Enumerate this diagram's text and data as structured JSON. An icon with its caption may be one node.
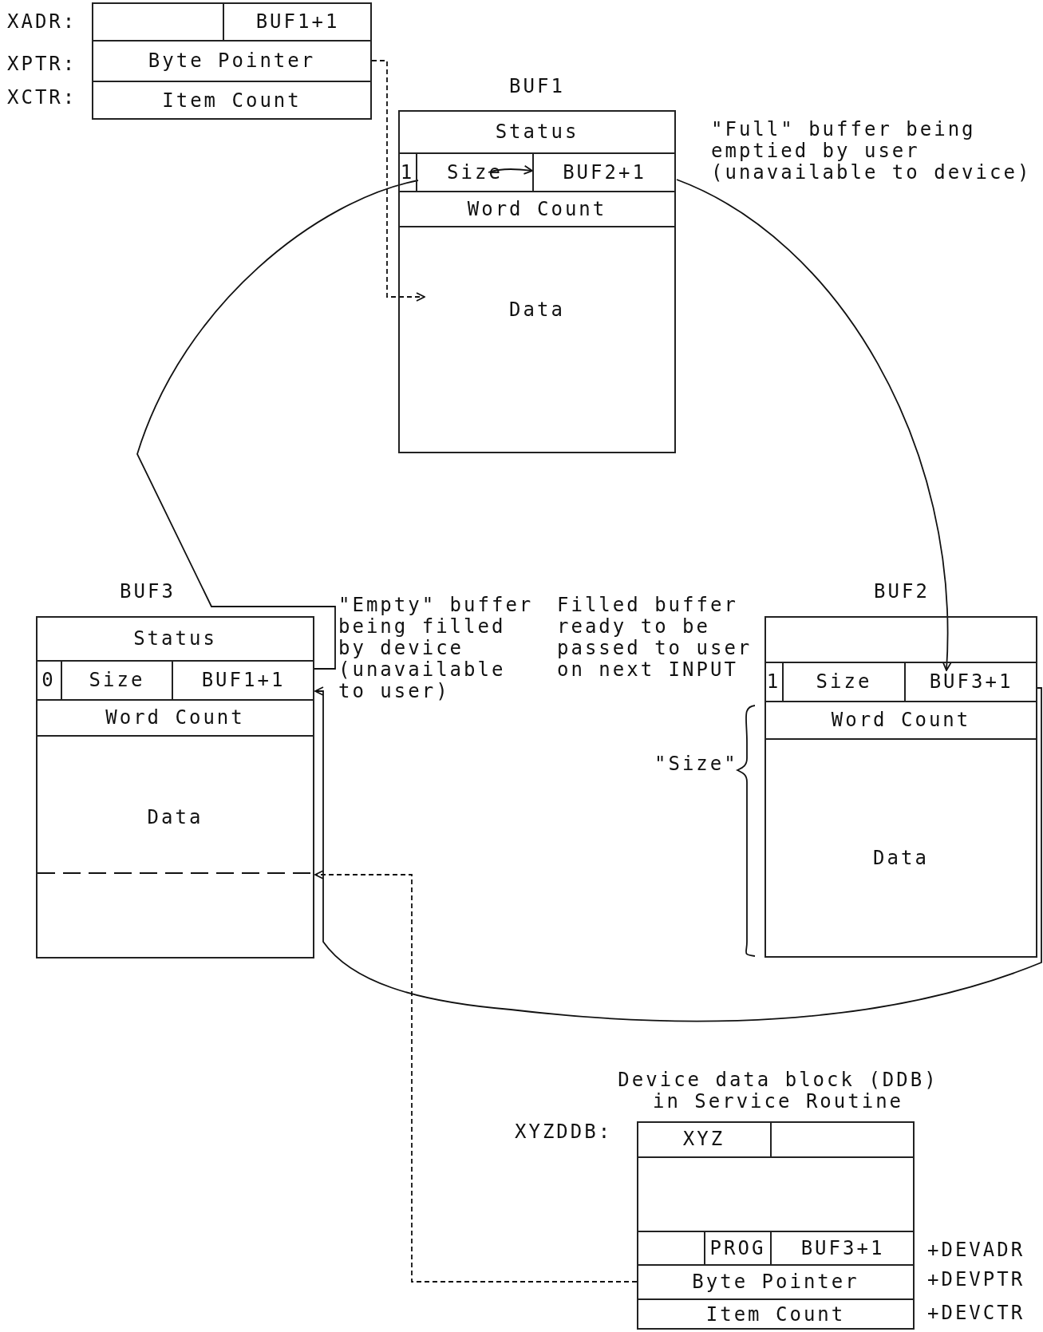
{
  "diagram": {
    "nodes": [
      {
        "text": [],
        "shape": "box"
      },
      {
        "text": [
          "BUF1+1"
        ],
        "in": 0
      },
      {
        "text": [
          "Byte Pointer"
        ],
        "in": 0
      },
      {
        "text": [
          "Item Count"
        ],
        "in": 0
      },
      {
        "text": [
          "BUF1"
        ],
        "beside": [
          "\"Full\" buffer being emptied by user (unavailable to device)"
        ]
      },
      {
        "text": [
          "Status"
        ],
        "in": 4
      },
      {
        "text": [
          "1"
        ],
        "in": 4
      },
      {
        "text": [
          "Size"
        ],
        "in": 4
      },
      {
        "text": [
          "BUF2+1"
        ],
        "in": 4
      },
      {
        "text": [
          "Word Count"
        ],
        "in": 4
      },
      {
        "text": [
          "Data"
        ],
        "in": 4
      },
      {
        "text": [
          "BUF3"
        ],
        "beside": [
          "\"Empty\" buffer being filled by device (unavailable to user)"
        ]
      },
      {
        "text": [
          "Status"
        ],
        "in": 11
      },
      {
        "text": [
          "0"
        ],
        "in": 11
      },
      {
        "text": [
          "Size"
        ],
        "in": 11
      },
      {
        "text": [
          "BUF1+1"
        ],
        "in": 11
      },
      {
        "text": [
          "Word Count"
        ],
        "in": 11
      },
      {
        "text": [
          "Data"
        ],
        "in": 11
      },
      {
        "text": [
          "BUF2"
        ],
        "beside": [
          "Filled buffer ready to be passed to user on next INPUT"
        ]
      },
      {
        "text": [
          "1"
        ],
        "in": 18
      },
      {
        "text": [
          "Size"
        ],
        "in": 18
      },
      {
        "text": [
          "BUF3+1"
        ],
        "in": 18
      },
      {
        "text": [
          "Word Count"
        ],
        "in": 18
      },
      {
        "text": [
          "Data"
        ],
        "in": 18
      },
      {
        "text": [
          "Device data block (DDB) in Service Routine"
        ]
      },
      {
        "text": [
          "XYZ"
        ],
        "in": 24
      },
      {
        "text": [
          "PROG"
        ],
        "in": 24
      },
      {
        "text": [
          "BUF3+1"
        ],
        "in": 24
      },
      {
        "text": [
          "Byte Pointer"
        ],
        "in": 24
      },
      {
        "text": [
          "Item Count"
        ],
        "in": 24
      }
    ],
    "edges": [
      {
        "from": 2,
        "to": 10,
        "arrow": "to",
        "style": "dashed"
      },
      {
        "from": 7,
        "to": 8,
        "arrow": "to"
      },
      {
        "from": 8,
        "to": 21,
        "arrow": "to"
      },
      {
        "from": 21,
        "to": 15,
        "arrow": "to"
      },
      {
        "from": 15,
        "to": 7,
        "arrow": "none"
      },
      {
        "from": 28,
        "to": 17,
        "arrow": "to",
        "style": "dashed"
      }
    ],
    "labels": [
      "XADR:",
      "XPTR:",
      "XCTR:",
      "\"Size\"",
      "XYZDDB:",
      "+DEVADR",
      "+DEVPTR",
      "+DEVCTR"
    ]
  }
}
